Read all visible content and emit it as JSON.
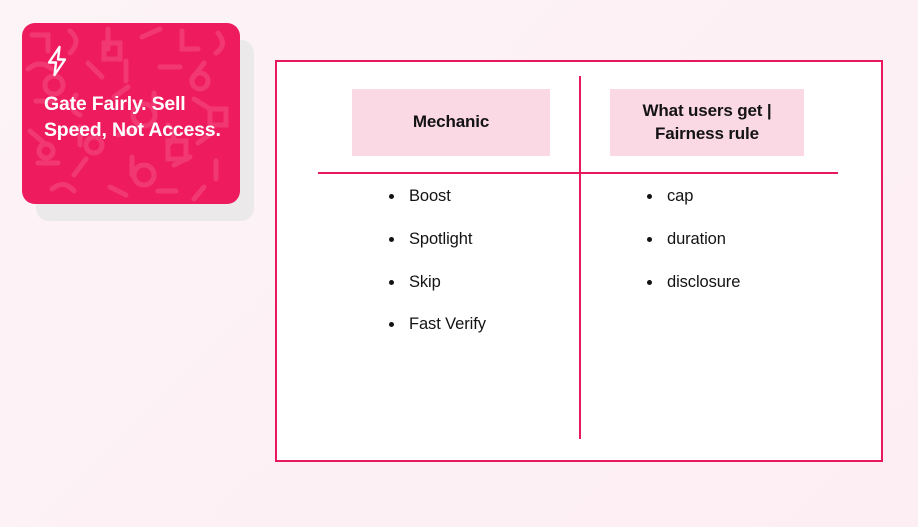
{
  "theme": {
    "brand_pink": "#ef1b5f",
    "border_crimson": "#e6195d",
    "header_box_pink": "#fbd9e4",
    "background_pink": "#fdf1f5",
    "text_dark": "#131315",
    "card_shadow_gray": "#ebe9ea"
  },
  "promo": {
    "icon": "lightning-bolt-icon",
    "title": "Gate Fairly. Sell Speed, Not Access."
  },
  "table": {
    "columns": [
      {
        "header": "Mechanic",
        "items": [
          "Boost",
          "Spotlight",
          "Skip",
          "Fast Verify"
        ]
      },
      {
        "header": "What users get |\nFairness rule",
        "header_line_1": "What users get |",
        "header_line_2": "Fairness rule",
        "items": [
          "cap",
          "duration",
          "disclosure"
        ]
      }
    ]
  }
}
